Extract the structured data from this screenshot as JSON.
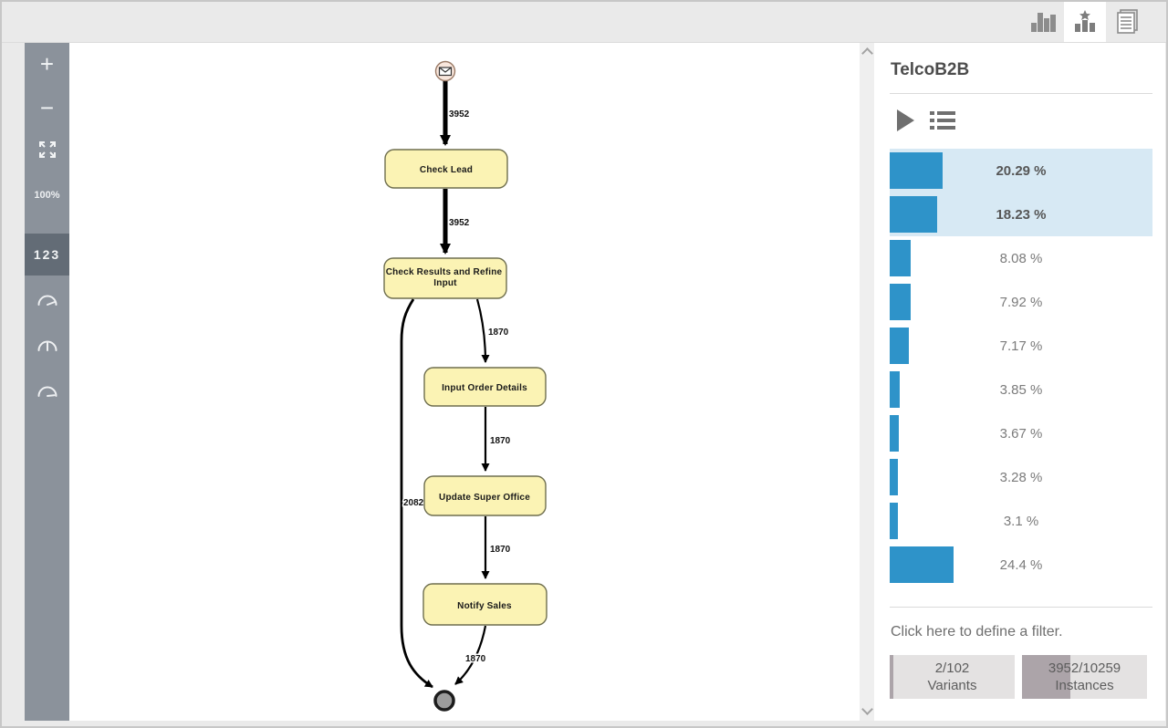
{
  "topbar": {
    "tabs": [
      {
        "id": "process-explorer",
        "icon": "bar-chart-icon",
        "active": false
      },
      {
        "id": "variant-explorer",
        "icon": "star-chart-icon",
        "active": true
      },
      {
        "id": "case-log",
        "icon": "document-icon",
        "active": false
      }
    ]
  },
  "sidebar": {
    "zoom_in": "+",
    "zoom_out": "−",
    "fit_icon": "expand-icon",
    "zoom_level": "100%",
    "frequency_label": "123",
    "gauges": [
      "gauge-min-icon",
      "gauge-median-icon",
      "gauge-max-icon"
    ]
  },
  "diagram": {
    "nodes": [
      {
        "id": "start",
        "type": "message-start-event",
        "icon": "envelope-icon"
      },
      {
        "id": "check-lead",
        "type": "task",
        "label": "Check Lead"
      },
      {
        "id": "check-results",
        "type": "task",
        "label": "Check Results and Refine Input",
        "line1": "Check Results and Refine",
        "line2": "Input"
      },
      {
        "id": "input-order-details",
        "type": "task",
        "label": "Input Order Details"
      },
      {
        "id": "update-super-office",
        "type": "task",
        "label": "Update Super Office"
      },
      {
        "id": "notify-sales",
        "type": "task",
        "label": "Notify Sales"
      },
      {
        "id": "end",
        "type": "end-event"
      }
    ],
    "edges": [
      {
        "from": "start",
        "to": "check-lead",
        "count": "3952"
      },
      {
        "from": "check-lead",
        "to": "check-results",
        "count": "3952"
      },
      {
        "from": "check-results",
        "to": "input-order-details",
        "count": "1870"
      },
      {
        "from": "check-results",
        "to": "end",
        "count": "2082"
      },
      {
        "from": "input-order-details",
        "to": "update-super-office",
        "count": "1870"
      },
      {
        "from": "update-super-office",
        "to": "notify-sales",
        "count": "1870"
      },
      {
        "from": "notify-sales",
        "to": "end",
        "count": "1870"
      }
    ],
    "colors": {
      "task_fill": "#fbf3b4",
      "task_border": "#6e6e4e",
      "start_fill": "#f9e7dd",
      "end_fill": "#9c9c9c"
    }
  },
  "panel": {
    "title": "TelcoB2B",
    "play_icon": "play-icon",
    "list_icon": "list-icon",
    "variants": {
      "rows": [
        {
          "value": 20.29,
          "label": "20.29 %",
          "selected": true
        },
        {
          "value": 18.23,
          "label": "18.23 %",
          "selected": true
        },
        {
          "value": 8.08,
          "label": "8.08 %",
          "selected": false
        },
        {
          "value": 7.92,
          "label": "7.92 %",
          "selected": false
        },
        {
          "value": 7.17,
          "label": "7.17 %",
          "selected": false
        },
        {
          "value": 3.85,
          "label": "3.85 %",
          "selected": false
        },
        {
          "value": 3.67,
          "label": "3.67 %",
          "selected": false
        },
        {
          "value": 3.28,
          "label": "3.28 %",
          "selected": false
        },
        {
          "value": 3.1,
          "label": "3.1 %",
          "selected": false
        },
        {
          "value": 24.4,
          "label": "24.4 %",
          "selected": false
        }
      ],
      "bar_color": "#2e93c9",
      "selected_bg": "#d7e9f4"
    },
    "filter_text": "Click here to define a filter.",
    "stats": [
      {
        "value": "2/102",
        "label": "Variants"
      },
      {
        "value": "3952/10259",
        "label": "Instances"
      }
    ]
  }
}
